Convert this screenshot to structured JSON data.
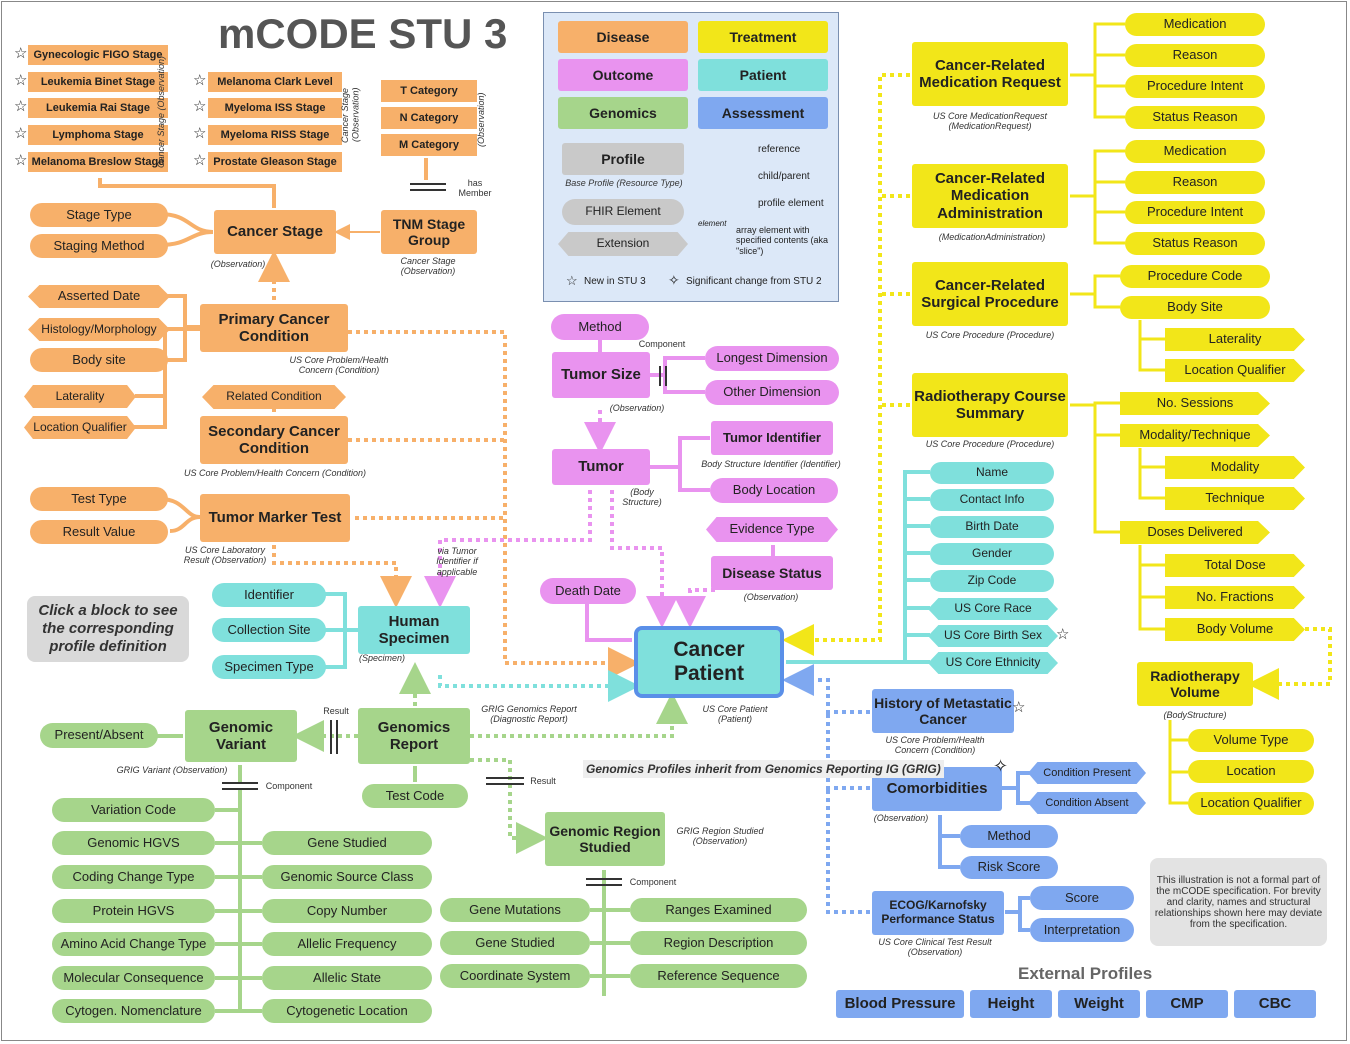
{
  "title": "mCODE STU 3",
  "legend": {
    "categories": [
      "Disease",
      "Treatment",
      "Outcome",
      "Patient",
      "Genomics",
      "Assessment"
    ],
    "profile": "Profile",
    "profile_caption": "Base Profile (Resource Type)",
    "fhir_element": "FHIR Element",
    "extension": "Extension",
    "reference": "reference",
    "child_parent": "child/parent",
    "profile_element": "profile element",
    "element_word": "element",
    "array_text": "array element with specified contents (aka \"slice\")",
    "new_stu3": "New in STU 3",
    "changed": "Significant change from STU 2"
  },
  "disease": {
    "stages_left": [
      "Gynecologic FIGO Stage",
      "Leukemia Binet Stage",
      "Leukemia Rai Stage",
      "Lymphoma Stage",
      "Melanoma Breslow Stage"
    ],
    "stages_right": [
      "Melanoma Clark Level",
      "Myeloma ISS Stage",
      "Myeloma RISS Stage",
      "Prostate Gleason Stage"
    ],
    "stages_caption": "Cancer Stage (Observation)",
    "tnm_categories": [
      "T Category",
      "N Category",
      "M Category"
    ],
    "tnm_caption": "(Observation)",
    "has_member": "has Member",
    "cancer_stage": "Cancer Stage",
    "cancer_stage_caption": "(Observation)",
    "stage_type": "Stage Type",
    "staging_method": "Staging Method",
    "tnm_group": "TNM Stage Group",
    "tnm_group_caption": "Cancer Stage (Observation)",
    "primary": "Primary Cancer Condition",
    "primary_caption": "US Core Problem/Health Concern (Condition)",
    "asserted_date": "Asserted Date",
    "histology": "Histology/Morphology",
    "body_site": "Body site",
    "laterality": "Laterality",
    "location_qualifier": "Location Qualifier",
    "related_condition": "Related Condition",
    "secondary": "Secondary Cancer Condition",
    "secondary_caption": "US Core Problem/Health Concern (Condition)",
    "tumor_marker": "Tumor Marker Test",
    "tumor_marker_caption": "US Core Laboratory Result (Observation)",
    "test_type": "Test Type",
    "result_value": "Result Value"
  },
  "outcome": {
    "method": "Method",
    "component": "Component",
    "tumor_size": "Tumor Size",
    "tumor_size_caption": "(Observation)",
    "longest_dimension": "Longest Dimension",
    "other_dimension": "Other Dimension",
    "tumor": "Tumor",
    "tumor_caption": "(Body Structure)",
    "tumor_identifier": "Tumor Identifier",
    "tumor_identifier_caption": "Body Structure Identifier (Identifier)",
    "body_location": "Body Location",
    "evidence_type": "Evidence Type",
    "disease_status": "Disease Status",
    "disease_status_caption": "(Observation)",
    "death_date": "Death Date"
  },
  "patient": {
    "cancer_patient": "Cancer Patient",
    "cancer_patient_caption": "US Core Patient (Patient)",
    "elements": [
      "Name",
      "Contact Info",
      "Birth Date",
      "Gender",
      "Zip Code",
      "US Core Race",
      "US Core Birth Sex",
      "US Core Ethnicity"
    ],
    "specimen": "Human Specimen",
    "specimen_caption": "(Specimen)",
    "via_tumor": "via Tumor Identifier if applicable",
    "specimen_elements": [
      "Identifier",
      "Collection Site",
      "Specimen Type"
    ]
  },
  "treatment": {
    "med_request": "Cancer-Related Medication Request",
    "med_request_caption": "US Core MedicationRequest (MedicationRequest)",
    "med_admin": "Cancer-Related Medication Administration",
    "med_admin_caption": "(MedicationAdministration)",
    "med_items": [
      "Medication",
      "Reason",
      "Procedure Intent",
      "Status Reason"
    ],
    "surgical": "Cancer-Related Surgical Procedure",
    "surgical_caption": "US Core Procedure (Procedure)",
    "procedure_code": "Procedure Code",
    "body_site": "Body Site",
    "laterality": "Laterality",
    "location_qualifier": "Location Qualifier",
    "radio_course": "Radiotherapy Course Summary",
    "radio_course_caption": "US Core Procedure (Procedure)",
    "no_sessions": "No. Sessions",
    "modality_technique": "Modality/Technique",
    "modality": "Modality",
    "technique": "Technique",
    "doses_delivered": "Doses Delivered",
    "total_dose": "Total Dose",
    "no_fractions": "No. Fractions",
    "body_volume": "Body Volume",
    "radio_volume": "Radiotherapy Volume",
    "radio_volume_caption": "(BodyStructure)",
    "volume_type": "Volume Type",
    "location": "Location",
    "volume_location_qualifier": "Location Qualifier"
  },
  "assessment": {
    "metastatic": "History of Metastatic Cancer",
    "metastatic_caption": "US Core Problem/Health Concern (Condition)",
    "comorbidities": "Comorbidities",
    "comorbidities_caption": "(Observation)",
    "condition_present": "Condition Present",
    "condition_absent": "Condition Absent",
    "method": "Method",
    "risk_score": "Risk Score",
    "ecog": "ECOG/Karnofsky Performance Status",
    "ecog_caption": "US Core Clinical Test Result (Observation)",
    "score": "Score",
    "interpretation": "Interpretation"
  },
  "genomics": {
    "genomics_report": "Genomics Report",
    "genomics_report_caption": "GRIG Genomics Report (Diagnostic Report)",
    "test_code": "Test Code",
    "result_label": "Result",
    "genomic_variant": "Genomic Variant",
    "genomic_variant_caption": "GRIG Variant (Observation)",
    "present_absent": "Present/Absent",
    "component": "Component",
    "variant_left": [
      "Variation Code",
      "Genomic HGVS",
      "Coding Change Type",
      "Protein HGVS",
      "Amino Acid Change Type",
      "Molecular Consequence",
      "Cytogen. Nomenclature"
    ],
    "variant_right": [
      "Gene Studied",
      "Genomic Source Class",
      "Copy Number",
      "Allelic Frequency",
      "Allelic State",
      "Cytogenetic Location"
    ],
    "region": "Genomic Region Studied",
    "region_caption": "GRIG Region Studied (Observation)",
    "region_left": [
      "Gene Mutations",
      "Gene Studied",
      "Coordinate System"
    ],
    "region_right": [
      "Ranges Examined",
      "Region Description",
      "Reference Sequence"
    ],
    "inherit_note": "Genomics Profiles inherit from Genomics Reporting IG (GRIG)"
  },
  "click_note": "Click a block to see the corresponding profile definition",
  "disclaimer": "This illustration is not a formal part of the mCODE specification. For brevity and clarity, names and structural relationships shown here may deviate from the specification.",
  "external": {
    "title": "External Profiles",
    "items": [
      "Blood Pressure",
      "Height",
      "Weight",
      "CMP",
      "CBC"
    ]
  },
  "colors": {
    "disease": "#f7b06a",
    "treatment": "#f2e619",
    "outcome": "#e993ef",
    "patient": "#7fe0dc",
    "genomics": "#a6d58b",
    "assessment": "#7fa8f0",
    "profile": "#c9c9c9",
    "legend_bg": "#dce8f8"
  }
}
